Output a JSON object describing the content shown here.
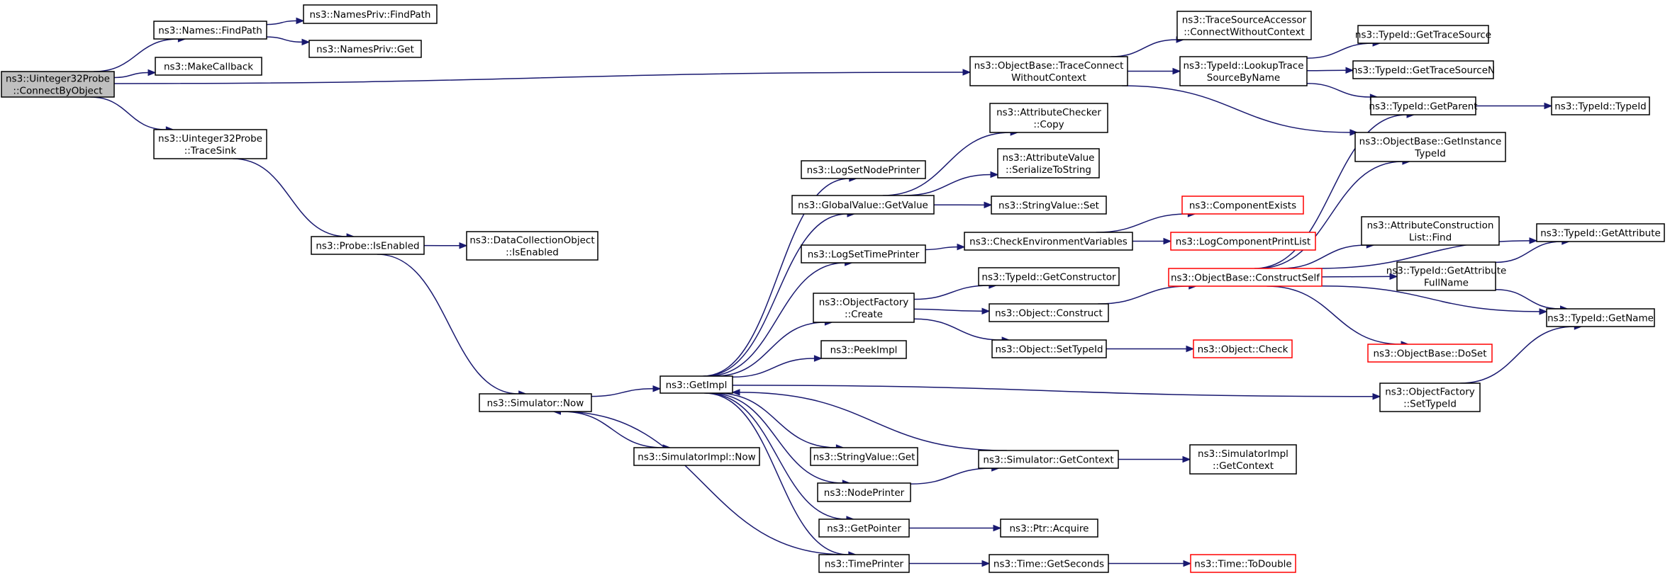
{
  "diagram": {
    "nodes": [
      {
        "id": "root",
        "lines": [
          "ns3::Uinteger32Probe",
          "::ConnectByObject"
        ],
        "root": true
      },
      {
        "id": "names_findpath",
        "lines": [
          "ns3::Names::FindPath"
        ]
      },
      {
        "id": "namespriv_findpath",
        "lines": [
          "ns3::NamesPriv::FindPath"
        ]
      },
      {
        "id": "namespriv_get",
        "lines": [
          "ns3::NamesPriv::Get"
        ]
      },
      {
        "id": "makecallback",
        "lines": [
          "ns3::MakeCallback"
        ]
      },
      {
        "id": "tracesink",
        "lines": [
          "ns3::Uinteger32Probe",
          "::TraceSink"
        ]
      },
      {
        "id": "probe_isenabled",
        "lines": [
          "ns3::Probe::IsEnabled"
        ]
      },
      {
        "id": "dco_isenabled",
        "lines": [
          "ns3::DataCollectionObject",
          "::IsEnabled"
        ]
      },
      {
        "id": "sim_now",
        "lines": [
          "ns3::Simulator::Now"
        ]
      },
      {
        "id": "simimpl_now",
        "lines": [
          "ns3::SimulatorImpl::Now"
        ]
      },
      {
        "id": "getimpl",
        "lines": [
          "ns3::GetImpl"
        ]
      },
      {
        "id": "logsetnodeprinter",
        "lines": [
          "ns3::LogSetNodePrinter"
        ]
      },
      {
        "id": "gv_getvalue",
        "lines": [
          "ns3::GlobalValue::GetValue"
        ]
      },
      {
        "id": "logsettimeprinter",
        "lines": [
          "ns3::LogSetTimePrinter"
        ]
      },
      {
        "id": "of_create",
        "lines": [
          "ns3::ObjectFactory",
          "::Create"
        ]
      },
      {
        "id": "peekimpl",
        "lines": [
          "ns3::PeekImpl"
        ]
      },
      {
        "id": "stringvalue_get",
        "lines": [
          "ns3::StringValue::Get"
        ]
      },
      {
        "id": "nodeprinter",
        "lines": [
          "ns3::NodePrinter"
        ]
      },
      {
        "id": "getpointer",
        "lines": [
          "ns3::GetPointer"
        ]
      },
      {
        "id": "timeprinter",
        "lines": [
          "ns3::TimePrinter"
        ]
      },
      {
        "id": "ac_copy",
        "lines": [
          "ns3::AttributeChecker",
          "::Copy"
        ]
      },
      {
        "id": "av_serialize",
        "lines": [
          "ns3::AttributeValue",
          "::SerializeToString"
        ]
      },
      {
        "id": "stringvalue_set",
        "lines": [
          "ns3::StringValue::Set"
        ]
      },
      {
        "id": "checkenv",
        "lines": [
          "ns3::CheckEnvironmentVariables"
        ]
      },
      {
        "id": "typeid_getconstructor",
        "lines": [
          "ns3::TypeId::GetConstructor"
        ]
      },
      {
        "id": "object_construct",
        "lines": [
          "ns3::Object::Construct"
        ]
      },
      {
        "id": "object_settypeid",
        "lines": [
          "ns3::Object::SetTypeId"
        ]
      },
      {
        "id": "sim_getcontext",
        "lines": [
          "ns3::Simulator::GetContext"
        ]
      },
      {
        "id": "ptr_acquire",
        "lines": [
          "ns3::Ptr::Acquire"
        ]
      },
      {
        "id": "time_getseconds",
        "lines": [
          "ns3::Time::GetSeconds"
        ]
      },
      {
        "id": "ob_traceconnect",
        "lines": [
          "ns3::ObjectBase::TraceConnect",
          "WithoutContext"
        ]
      },
      {
        "id": "tsa_connect",
        "lines": [
          "ns3::TraceSourceAccessor",
          "::ConnectWithoutContext"
        ]
      },
      {
        "id": "typeid_lookuptrace",
        "lines": [
          "ns3::TypeId::LookupTrace",
          "SourceByName"
        ]
      },
      {
        "id": "componentexists",
        "lines": [
          "ns3::ComponentExists"
        ],
        "red": true
      },
      {
        "id": "logcomponentprintlist",
        "lines": [
          "ns3::LogComponentPrintList"
        ],
        "red": true
      },
      {
        "id": "ob_constructself",
        "lines": [
          "ns3::ObjectBase::ConstructSelf"
        ],
        "red": true
      },
      {
        "id": "object_check",
        "lines": [
          "ns3::Object::Check"
        ],
        "red": true
      },
      {
        "id": "simimpl_getcontext",
        "lines": [
          "ns3::SimulatorImpl",
          "::GetContext"
        ]
      },
      {
        "id": "time_todouble",
        "lines": [
          "ns3::Time::ToDouble"
        ],
        "red": true
      },
      {
        "id": "typeid_gettracesource",
        "lines": [
          "ns3::TypeId::GetTraceSource"
        ]
      },
      {
        "id": "typeid_gettracesourcen",
        "lines": [
          "ns3::TypeId::GetTraceSourceN"
        ]
      },
      {
        "id": "typeid_getparent",
        "lines": [
          "ns3::TypeId::GetParent"
        ]
      },
      {
        "id": "ob_getinstancetypeid",
        "lines": [
          "ns3::ObjectBase::GetInstance",
          "TypeId"
        ]
      },
      {
        "id": "acl_find",
        "lines": [
          "ns3::AttributeConstruction",
          "List::Find"
        ]
      },
      {
        "id": "typeid_getattributefullname",
        "lines": [
          "ns3::TypeId::GetAttribute",
          "FullName"
        ]
      },
      {
        "id": "ob_doset",
        "lines": [
          "ns3::ObjectBase::DoSet"
        ],
        "red": true
      },
      {
        "id": "of_settypeid",
        "lines": [
          "ns3::ObjectFactory",
          "::SetTypeId"
        ]
      },
      {
        "id": "typeid_typeid",
        "lines": [
          "ns3::TypeId::TypeId"
        ]
      },
      {
        "id": "typeid_getattribute",
        "lines": [
          "ns3::TypeId::GetAttribute"
        ]
      },
      {
        "id": "typeid_getname",
        "lines": [
          "ns3::TypeId::GetName"
        ]
      }
    ],
    "edges": [
      [
        "root",
        "names_findpath"
      ],
      [
        "root",
        "makecallback"
      ],
      [
        "root",
        "tracesink"
      ],
      [
        "root",
        "ob_traceconnect"
      ],
      [
        "names_findpath",
        "namespriv_findpath"
      ],
      [
        "names_findpath",
        "namespriv_get"
      ],
      [
        "tracesink",
        "probe_isenabled"
      ],
      [
        "probe_isenabled",
        "dco_isenabled"
      ],
      [
        "probe_isenabled",
        "sim_now"
      ],
      [
        "sim_now",
        "getimpl"
      ],
      [
        "sim_now",
        "simimpl_now"
      ],
      [
        "getimpl",
        "logsetnodeprinter"
      ],
      [
        "getimpl",
        "gv_getvalue"
      ],
      [
        "getimpl",
        "logsettimeprinter"
      ],
      [
        "getimpl",
        "of_create"
      ],
      [
        "getimpl",
        "peekimpl"
      ],
      [
        "getimpl",
        "stringvalue_get"
      ],
      [
        "getimpl",
        "nodeprinter"
      ],
      [
        "getimpl",
        "getpointer"
      ],
      [
        "getimpl",
        "timeprinter"
      ],
      [
        "getimpl",
        "of_settypeid"
      ],
      [
        "gv_getvalue",
        "ac_copy"
      ],
      [
        "gv_getvalue",
        "av_serialize"
      ],
      [
        "gv_getvalue",
        "stringvalue_set"
      ],
      [
        "logsettimeprinter",
        "checkenv"
      ],
      [
        "checkenv",
        "componentexists"
      ],
      [
        "checkenv",
        "logcomponentprintlist"
      ],
      [
        "of_create",
        "typeid_getconstructor"
      ],
      [
        "of_create",
        "object_construct"
      ],
      [
        "of_create",
        "object_settypeid"
      ],
      [
        "object_construct",
        "ob_constructself"
      ],
      [
        "object_settypeid",
        "object_check"
      ],
      [
        "nodeprinter",
        "sim_getcontext"
      ],
      [
        "sim_getcontext",
        "getimpl"
      ],
      [
        "sim_getcontext",
        "simimpl_getcontext"
      ],
      [
        "getpointer",
        "ptr_acquire"
      ],
      [
        "timeprinter",
        "sim_now"
      ],
      [
        "timeprinter",
        "time_getseconds"
      ],
      [
        "time_getseconds",
        "time_todouble"
      ],
      [
        "ob_traceconnect",
        "tsa_connect"
      ],
      [
        "ob_traceconnect",
        "typeid_lookuptrace"
      ],
      [
        "ob_traceconnect",
        "ob_getinstancetypeid"
      ],
      [
        "typeid_lookuptrace",
        "typeid_gettracesource"
      ],
      [
        "typeid_lookuptrace",
        "typeid_gettracesourcen"
      ],
      [
        "typeid_lookuptrace",
        "typeid_getparent"
      ],
      [
        "typeid_getparent",
        "typeid_typeid"
      ],
      [
        "ob_constructself",
        "typeid_getparent"
      ],
      [
        "ob_constructself",
        "ob_getinstancetypeid"
      ],
      [
        "ob_constructself",
        "acl_find"
      ],
      [
        "ob_constructself",
        "typeid_getattribute"
      ],
      [
        "ob_constructself",
        "typeid_getattributefullname"
      ],
      [
        "ob_constructself",
        "typeid_getname"
      ],
      [
        "ob_constructself",
        "ob_doset"
      ],
      [
        "typeid_getattributefullname",
        "typeid_getattribute"
      ],
      [
        "typeid_getattributefullname",
        "typeid_getname"
      ],
      [
        "of_settypeid",
        "typeid_getname"
      ]
    ]
  }
}
